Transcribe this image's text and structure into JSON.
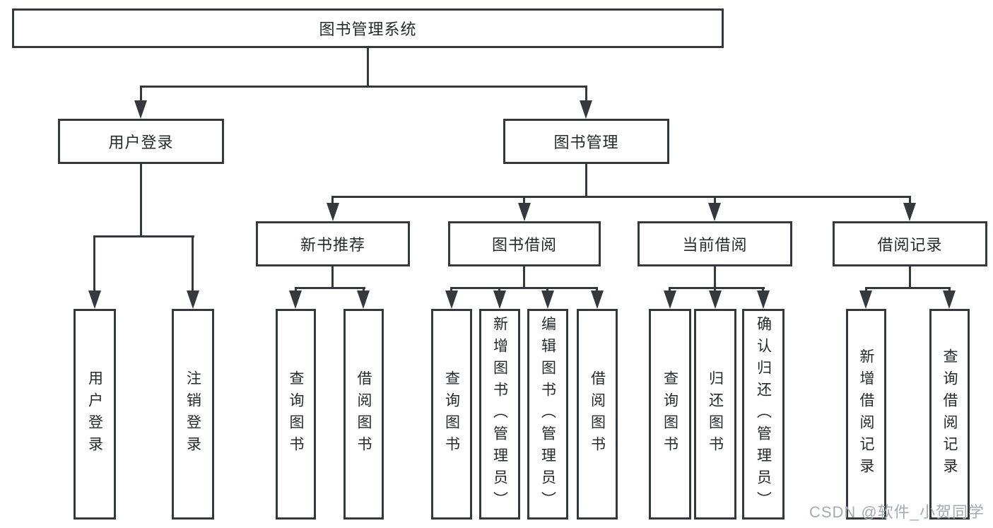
{
  "tree": {
    "root": "图书管理系统",
    "branches": [
      {
        "label": "用户登录",
        "leaves": [
          "用户登录",
          "注销登录"
        ]
      },
      {
        "label": "图书管理",
        "sections": [
          {
            "label": "新书推荐",
            "leaves": [
              "查询图书",
              "借阅图书"
            ]
          },
          {
            "label": "图书借阅",
            "leaves": [
              "查询图书",
              "新增图书（管理员）",
              "编辑图书（管理员）",
              "借阅图书"
            ]
          },
          {
            "label": "当前借阅",
            "leaves": [
              "查询图书",
              "归还图书",
              "确认归还（管理员）"
            ]
          },
          {
            "label": "借阅记录",
            "leaves": [
              "新增借阅记录",
              "查询借阅记录"
            ]
          }
        ]
      }
    ]
  },
  "watermark": "CSDN @软件_小贺同学",
  "colors": {
    "line": "#35393d",
    "text": "#26292c",
    "watermark": "#a3abb3"
  }
}
